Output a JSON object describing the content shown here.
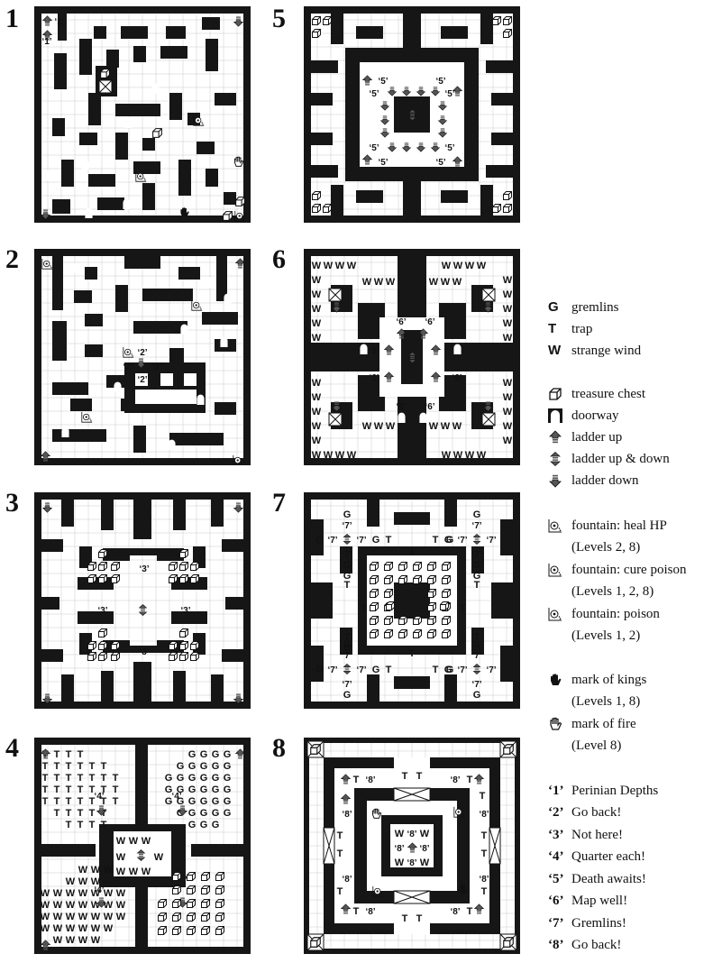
{
  "levels": [
    {
      "label": "1"
    },
    {
      "label": "2"
    },
    {
      "label": "3"
    },
    {
      "label": "4"
    },
    {
      "label": "5"
    },
    {
      "label": "6"
    },
    {
      "label": "7"
    },
    {
      "label": "8"
    }
  ],
  "map_marks": {
    "gremlin": "G",
    "trap": "T",
    "wind": "W",
    "msg1": "‘1’",
    "msg2": "‘2’",
    "msg3": "‘3’",
    "msg4": "‘4’",
    "msg5": "‘5’",
    "msg6": "‘6’",
    "msg7": "‘7’",
    "msg8": "‘8’"
  },
  "legend": {
    "gremlins": {
      "symbol": "G",
      "text": "gremlins"
    },
    "trap": {
      "symbol": "T",
      "text": "trap"
    },
    "wind": {
      "symbol": "W",
      "text": "strange wind"
    },
    "chest": {
      "icon": "treasure-chest-icon",
      "text": "treasure chest"
    },
    "doorway": {
      "icon": "doorway-icon",
      "text": "doorway"
    },
    "ladder_up": {
      "icon": "ladder-up-icon",
      "text": "ladder up"
    },
    "ladder_updown": {
      "icon": "ladder-up-down-icon",
      "text": "ladder up & down"
    },
    "ladder_down": {
      "icon": "ladder-down-icon",
      "text": "ladder down"
    },
    "fountain_heal": {
      "icon": "fountain-heal-icon",
      "text": "fountain: heal HP",
      "sub": "(Levels 2, 8)"
    },
    "fountain_cure": {
      "icon": "fountain-cure-icon",
      "text": "fountain: cure poison",
      "sub": "(Levels 1, 2, 8)"
    },
    "fountain_poison": {
      "icon": "fountain-poison-icon",
      "text": "fountain: poison",
      "sub": "(Levels 1, 2)"
    },
    "mark_kings": {
      "icon": "mark-of-kings-icon",
      "text": "mark of kings",
      "sub": "(Levels 1, 8)"
    },
    "mark_fire": {
      "icon": "mark-of-fire-icon",
      "text": "mark of fire",
      "sub": "(Level 8)"
    },
    "messages": [
      {
        "code": "‘1’",
        "text": "Perinian Depths"
      },
      {
        "code": "‘2’",
        "text": "Go back!"
      },
      {
        "code": "‘3’",
        "text": "Not here!"
      },
      {
        "code": "‘4’",
        "text": "Quarter each!"
      },
      {
        "code": "‘5’",
        "text": "Death awaits!"
      },
      {
        "code": "‘6’",
        "text": "Map well!"
      },
      {
        "code": "‘7’",
        "text": "Gremlins!"
      },
      {
        "code": "‘8’",
        "text": "Go back!"
      }
    ]
  },
  "colors": {
    "wall": "#161616",
    "floor": "#ffffff",
    "ink": "#111111"
  }
}
